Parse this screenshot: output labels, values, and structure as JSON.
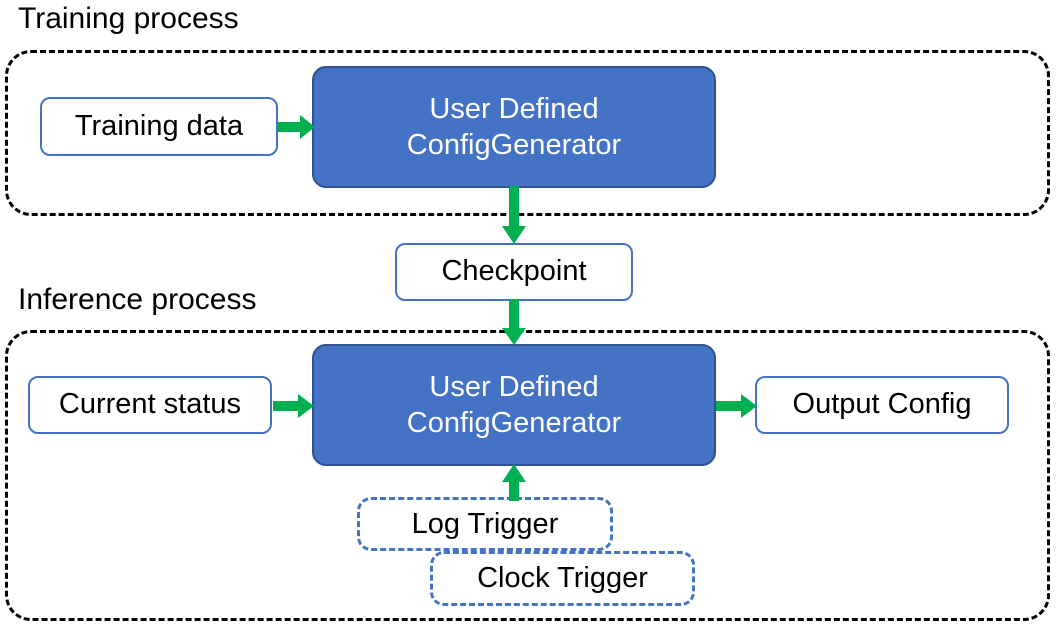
{
  "diagram": {
    "title_training": "Training process",
    "title_inference": "Inference process",
    "colors": {
      "process_fill": "#4472C4",
      "process_stroke": "#2F528F",
      "io_stroke": "#4472C4",
      "arrow": "#00B050",
      "container_stroke": "#000000",
      "text_on_process": "#FFFFFF",
      "text": "#000000",
      "background": "#FFFFFF"
    },
    "training": {
      "caption": "Training process",
      "input_box": "Training data",
      "process_box": {
        "line1": "User Defined",
        "line2": "ConfigGenerator"
      }
    },
    "checkpoint": {
      "label": "Checkpoint"
    },
    "inference": {
      "caption": "Inference process",
      "input_box": "Current status",
      "process_box": {
        "line1": "User Defined",
        "line2": "ConfigGenerator"
      },
      "output_box": "Output Config",
      "triggers": [
        {
          "label": "Log Trigger"
        },
        {
          "label": "Clock Trigger"
        }
      ]
    },
    "arrows": [
      {
        "name": "training-data-to-generator",
        "direction": "right"
      },
      {
        "name": "training-generator-to-checkpoint",
        "direction": "down"
      },
      {
        "name": "checkpoint-to-inference-generator",
        "direction": "down"
      },
      {
        "name": "current-status-to-generator",
        "direction": "right"
      },
      {
        "name": "generator-to-output-config",
        "direction": "right"
      },
      {
        "name": "triggers-to-generator",
        "direction": "up"
      }
    ]
  }
}
